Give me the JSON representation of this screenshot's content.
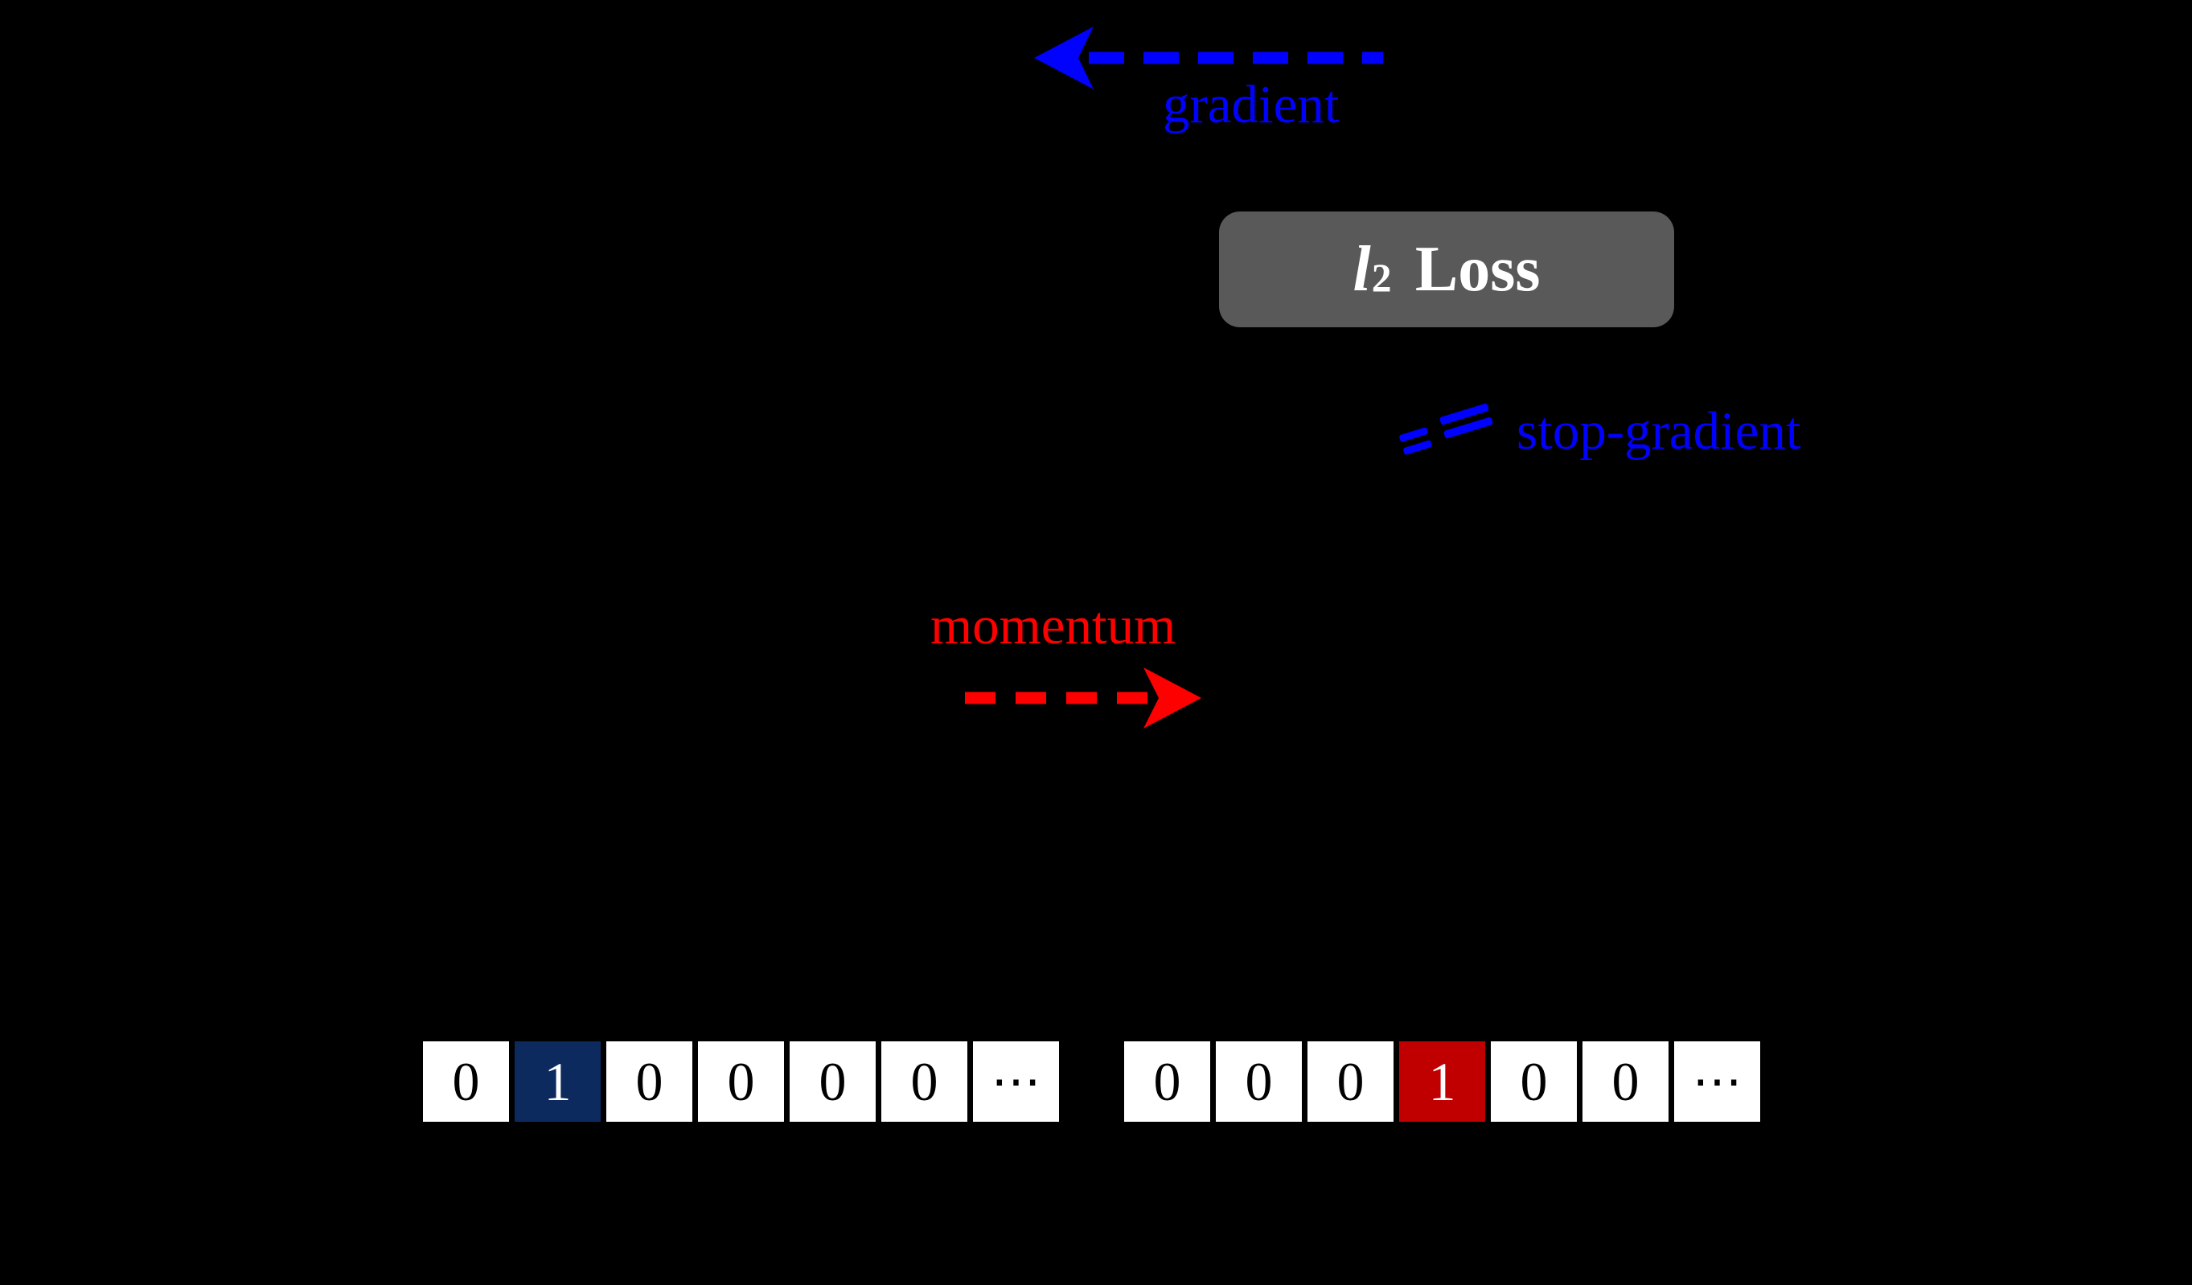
{
  "figure": {
    "background": "#000000",
    "gradient_flow": {
      "label": "gradient",
      "color": "#0101fe",
      "direction": "left",
      "line_style": "dashed"
    },
    "loss_box": {
      "symbol": "l",
      "subscript": "2",
      "label": "Loss",
      "background": "#595959",
      "text_color": "#ffffff"
    },
    "stop_gradient": {
      "label": "stop-gradient",
      "color": "#0101fe"
    },
    "momentum_flow": {
      "label": "momentum",
      "color": "#fe0000",
      "direction": "right",
      "line_style": "dashed"
    },
    "one_hot_vectors": {
      "left": {
        "cells": [
          "0",
          "1",
          "0",
          "0",
          "0",
          "0",
          "⋯"
        ],
        "highlight_index": 1,
        "highlight_color": "#0d2a5e",
        "highlight_text_color": "#ffffff"
      },
      "right": {
        "cells": [
          "0",
          "0",
          "0",
          "1",
          "0",
          "0",
          "⋯"
        ],
        "highlight_index": 3,
        "highlight_color": "#c00000",
        "highlight_text_color": "#ffffff"
      }
    }
  }
}
